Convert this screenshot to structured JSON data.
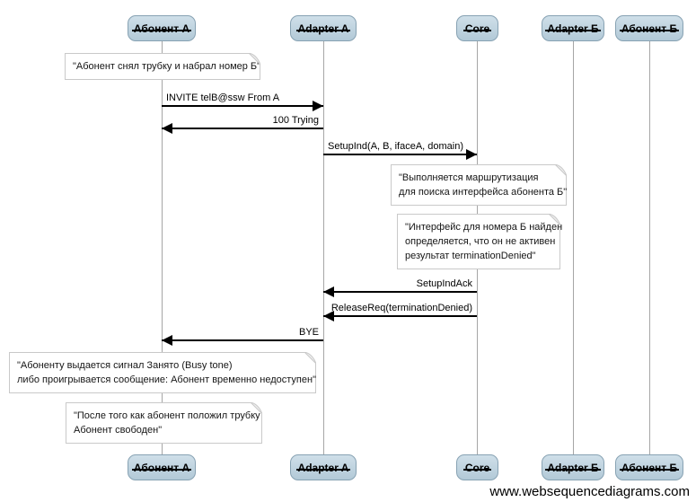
{
  "diagram": {
    "watermark": "www.websequencediagrams.com"
  },
  "actors": [
    {
      "id": "abonent-a",
      "label": "Абонент А"
    },
    {
      "id": "adapter-a",
      "label": "Adapter A"
    },
    {
      "id": "core",
      "label": "Core"
    },
    {
      "id": "adapter-b",
      "label": "Adapter Б"
    },
    {
      "id": "abonent-b",
      "label": "Абонент Б"
    }
  ],
  "messages": [
    {
      "label": "INVITE telB@ssw From A",
      "from": "Абонент А",
      "to": "Adapter A",
      "direction": "right"
    },
    {
      "label": "100 Trying",
      "from": "Adapter A",
      "to": "Абонент А",
      "direction": "left"
    },
    {
      "label": "SetupInd(A, B, ifaceA, domain)",
      "from": "Adapter A",
      "to": "Core",
      "direction": "right"
    },
    {
      "label": "SetupIndAck",
      "from": "Core",
      "to": "Adapter A",
      "direction": "left"
    },
    {
      "label": "ReleaseReq(terminationDenied)",
      "from": "Core",
      "to": "Adapter A",
      "direction": "left"
    },
    {
      "label": "BYE",
      "from": "Adapter A",
      "to": "Абонент А",
      "direction": "left"
    }
  ],
  "notes": [
    {
      "over": "Абонент А",
      "lines": [
        "\"Абонент снял трубку и набрал номер Б\""
      ]
    },
    {
      "over": "Core",
      "lines": [
        "\"Выполняется маршрутизация",
        "для поиска интерфейса абонента Б\""
      ]
    },
    {
      "over": "Core",
      "lines": [
        "\"Интерфейс для номера Б найден",
        "определяется, что он не активен",
        "результат terminationDenied\""
      ]
    },
    {
      "over": "Абонент А",
      "lines": [
        "\"Абоненту выдается сигнал Занято (Busy tone)",
        "либо проигрывается сообщение: Абонент временно недоступен\""
      ]
    },
    {
      "over": "Абонент А",
      "lines": [
        "\"После того как абонент положил трубку",
        "Абонент свободен\""
      ]
    }
  ],
  "colors": {
    "actor_fill_top": "#cfdfe9",
    "actor_fill_bottom": "#b2c9d7",
    "actor_border": "#87a2b3",
    "lifeline": "#a6a6a6",
    "message_line": "#000000",
    "note_border": "#c9c9c9",
    "note_background": "#ffffff",
    "background": "#ffffff"
  }
}
